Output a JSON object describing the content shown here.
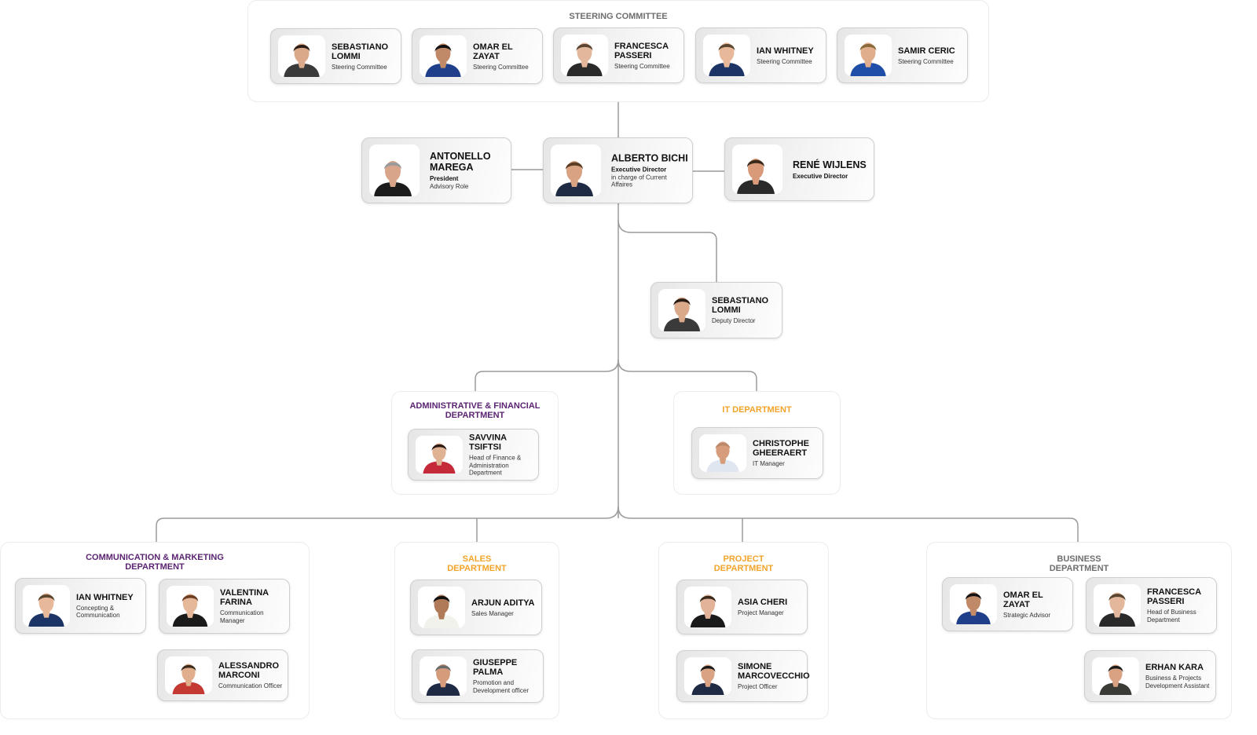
{
  "colors": {
    "purple": "#5b2472",
    "orange": "#f2a42a",
    "gray": "#6e6e6e",
    "line": "#9b9b9b"
  },
  "groups": [
    {
      "id": "steering",
      "title": "Steering Committee",
      "color": "#6e6e6e"
    },
    {
      "id": "admin",
      "title": "Administrative & Financial Department",
      "color": "#5b2472"
    },
    {
      "id": "it",
      "title": "IT Department",
      "color": "#f2a42a"
    },
    {
      "id": "comm",
      "title": "Communication & Marketing Department",
      "color": "#5b2472"
    },
    {
      "id": "sales",
      "title": "Sales Department",
      "color": "#f2a42a"
    },
    {
      "id": "project",
      "title": "Project Department",
      "color": "#f2a42a"
    },
    {
      "id": "business",
      "title": "Business Department",
      "color": "#6e6e6e"
    }
  ],
  "people": [
    {
      "id": "sc1",
      "name": "Sebastiano Lommi",
      "role_bold": "",
      "role": "Steering Committee",
      "jacket": "#3a3a3a",
      "skin": "#d9a98a",
      "hair": "#2b1d14"
    },
    {
      "id": "sc2",
      "name": "Omar El Zayat",
      "role_bold": "",
      "role": "Steering Committee",
      "jacket": "#1f3f8a",
      "skin": "#c08a68",
      "hair": "#111111"
    },
    {
      "id": "sc3",
      "name": "Francesca Passeri",
      "role_bold": "",
      "role": "Steering Committee",
      "jacket": "#2a2a2a",
      "skin": "#e2b79c",
      "hair": "#5a4532"
    },
    {
      "id": "sc4",
      "name": "Ian Whitney",
      "role_bold": "",
      "role": "Steering Committee",
      "jacket": "#1d3566",
      "skin": "#e7b89a",
      "hair": "#5b4632"
    },
    {
      "id": "sc5",
      "name": "Samir Ceric",
      "role_bold": "",
      "role": "Steering Committee",
      "jacket": "#1e4ea8",
      "skin": "#e0ad8d",
      "hair": "#8a6a3a"
    },
    {
      "id": "pres",
      "name": "Antonello Marega",
      "role_bold": "President",
      "role": "Advisory Role",
      "jacket": "#1b1b1b",
      "skin": "#d9a58a",
      "hair": "#9a9a9a"
    },
    {
      "id": "exec1",
      "name": "Alberto Bichi",
      "role_bold": "Executive Director",
      "role": "in charge of Current Affaires",
      "jacket": "#1f2a44",
      "skin": "#d8a283",
      "hair": "#5a3d24"
    },
    {
      "id": "exec2",
      "name": "René Wijlens",
      "role_bold": "Executive Director",
      "role": "",
      "jacket": "#2a2a2a",
      "skin": "#d99a7a",
      "hair": "#3a2a1c"
    },
    {
      "id": "deputy",
      "name": "Sebastiano Lommi",
      "role_bold": "",
      "role": "Deputy Director",
      "jacket": "#3a3a3a",
      "skin": "#d9a98a",
      "hair": "#2b1d14"
    },
    {
      "id": "savvina",
      "name": "Savvina Tsiftsi",
      "role_bold": "",
      "role": "Head of Finance & Administration Department",
      "jacket": "#c42a3a",
      "skin": "#e0b294",
      "hair": "#2a1a14"
    },
    {
      "id": "christophe",
      "name": "Christophe Gheeraert",
      "role_bold": "",
      "role": "IT Manager",
      "jacket": "#dfe6ef",
      "skin": "#d69c7c",
      "hair": "#b88a6a"
    },
    {
      "id": "ian2",
      "name": "Ian Whitney",
      "role_bold": "",
      "role": "Concepting & Communication",
      "jacket": "#1d3566",
      "skin": "#e7b89a",
      "hair": "#5b4632"
    },
    {
      "id": "valentina",
      "name": "Valentina Farina",
      "role_bold": "",
      "role": "Communication Manager",
      "jacket": "#1a1a1a",
      "skin": "#e6b89a",
      "hair": "#6a3c22"
    },
    {
      "id": "alessandro",
      "name": "Alessandro Marconi",
      "role_bold": "",
      "role": "Communication Officer",
      "jacket": "#c43a32",
      "skin": "#e0ad8d",
      "hair": "#3a2a1c"
    },
    {
      "id": "arjun",
      "name": "Arjun Aditya",
      "role_bold": "",
      "role": "Sales Manager",
      "jacket": "#f2f2ec",
      "skin": "#b07a58",
      "hair": "#111111"
    },
    {
      "id": "giuseppe",
      "name": "Giuseppe Palma",
      "role_bold": "",
      "role": "Promotion and Development officer",
      "jacket": "#1f2a44",
      "skin": "#d59c7c",
      "hair": "#6a6a6a"
    },
    {
      "id": "asia",
      "name": "Asia Cheri",
      "role_bold": "",
      "role": "Project Manager",
      "jacket": "#1a1a1a",
      "skin": "#e2b398",
      "hair": "#3a2a1c"
    },
    {
      "id": "simone",
      "name": "Simone Marcovecchio",
      "role_bold": "",
      "role": "Project Officer",
      "jacket": "#1f2a44",
      "skin": "#d8a283",
      "hair": "#1a1a1a"
    },
    {
      "id": "omar2",
      "name": "Omar El Zayat",
      "role_bold": "",
      "role": "Strategic Advisor",
      "jacket": "#1f3f8a",
      "skin": "#c08a68",
      "hair": "#111111"
    },
    {
      "id": "francesca2",
      "name": "Francesca Passeri",
      "role_bold": "",
      "role": "Head of Business Department",
      "jacket": "#2a2a2a",
      "skin": "#e2b79c",
      "hair": "#5a4532"
    },
    {
      "id": "erhan",
      "name": "Erhan Kara",
      "role_bold": "",
      "role": "Business & Projects Development Assistant",
      "jacket": "#3a3a36",
      "skin": "#d8a283",
      "hair": "#1a1a1a"
    }
  ]
}
